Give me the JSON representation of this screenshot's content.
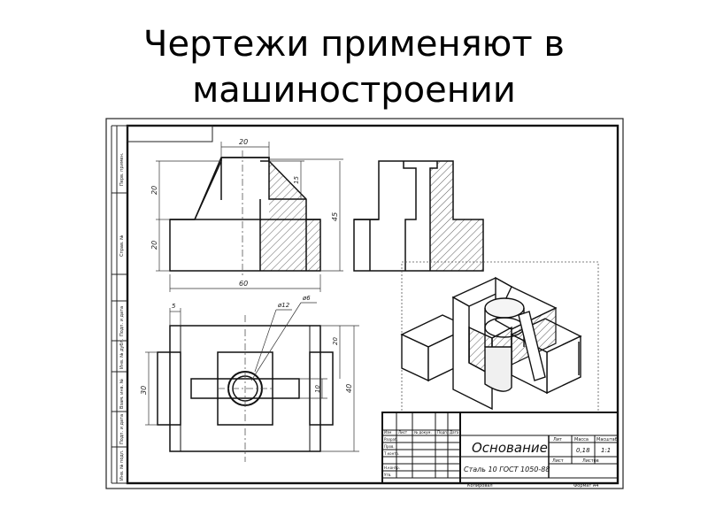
{
  "slide": {
    "title_line1": "Чертежи применяют в",
    "title_line2": "машиностроении"
  },
  "drawing": {
    "dimensions": {
      "top_width": "20",
      "upper_height": "20",
      "lower_height": "20",
      "slot_depth": "15",
      "total_height": "45",
      "base_length": "60",
      "offset": "5",
      "hole_outer": "ø12",
      "hole_inner": "ø6",
      "plan_width": "30",
      "plan_inner_height": "10",
      "plan_outer_height": "40",
      "plan_right": "20"
    },
    "title_block": {
      "part_name": "Основание",
      "material": "Сталь 10 ГОСТ 1050-88",
      "col_lit": "Лит",
      "col_mass": "Масса",
      "col_scale": "Масштаб",
      "mass_value": "0,18",
      "scale_value": "1:1",
      "sheet_label": "Лист",
      "sheets_label": "Листов",
      "row_labels": [
        "Изм",
        "Лист",
        "№ докум.",
        "Подп.",
        "Дата"
      ],
      "side_labels": [
        "Разраб.",
        "Пров.",
        "Т.контр.",
        "Н.контр.",
        "Утв."
      ],
      "copied_label": "Копировал",
      "format_label": "Формат А4"
    },
    "side_stamp_labels": [
      "Перв. примен.",
      "Справ. №",
      "Подп. и дата",
      "Инв. № дубл.",
      "Взам. инв. №",
      "Подп. и дата",
      "Инв. № подл."
    ]
  }
}
